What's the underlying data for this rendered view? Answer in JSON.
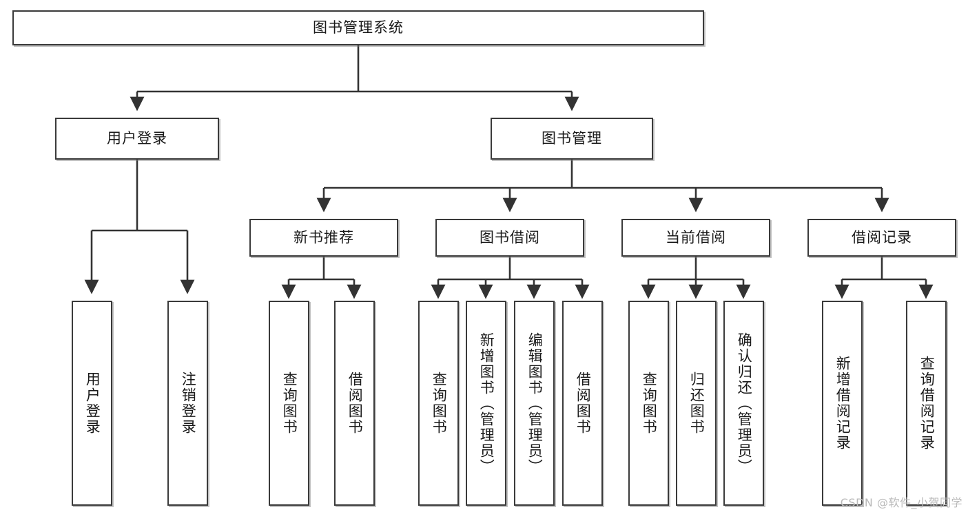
{
  "diagram": {
    "title": "图书管理系统",
    "watermark": "CSDN @软件_小贺同学",
    "colors": {
      "border": "#3a3a3a",
      "background": "#ffffff",
      "text": "#1a1a1a",
      "edge": "#333333",
      "watermark": "#b9b9b9"
    },
    "root": {
      "label": "图书管理系统"
    },
    "level2": [
      {
        "label": "用户登录"
      },
      {
        "label": "图书管理"
      }
    ],
    "level3": [
      {
        "label": "新书推荐"
      },
      {
        "label": "图书借阅"
      },
      {
        "label": "当前借阅"
      },
      {
        "label": "借阅记录"
      }
    ],
    "leaves": {
      "user_login": [
        {
          "label": "用户登录"
        },
        {
          "label": "注销登录"
        }
      ],
      "new_book": [
        {
          "label": "查询图书"
        },
        {
          "label": "借阅图书"
        }
      ],
      "book_borrow": [
        {
          "label": "查询图书"
        },
        {
          "label": "新增图书（管理员）"
        },
        {
          "label": "编辑图书（管理员）"
        },
        {
          "label": "借阅图书"
        }
      ],
      "current_borrow": [
        {
          "label": "查询图书"
        },
        {
          "label": "归还图书"
        },
        {
          "label": "确认归还（管理员）"
        }
      ],
      "borrow_record": [
        {
          "label": "新增借阅记录"
        },
        {
          "label": "查询借阅记录"
        }
      ]
    }
  }
}
